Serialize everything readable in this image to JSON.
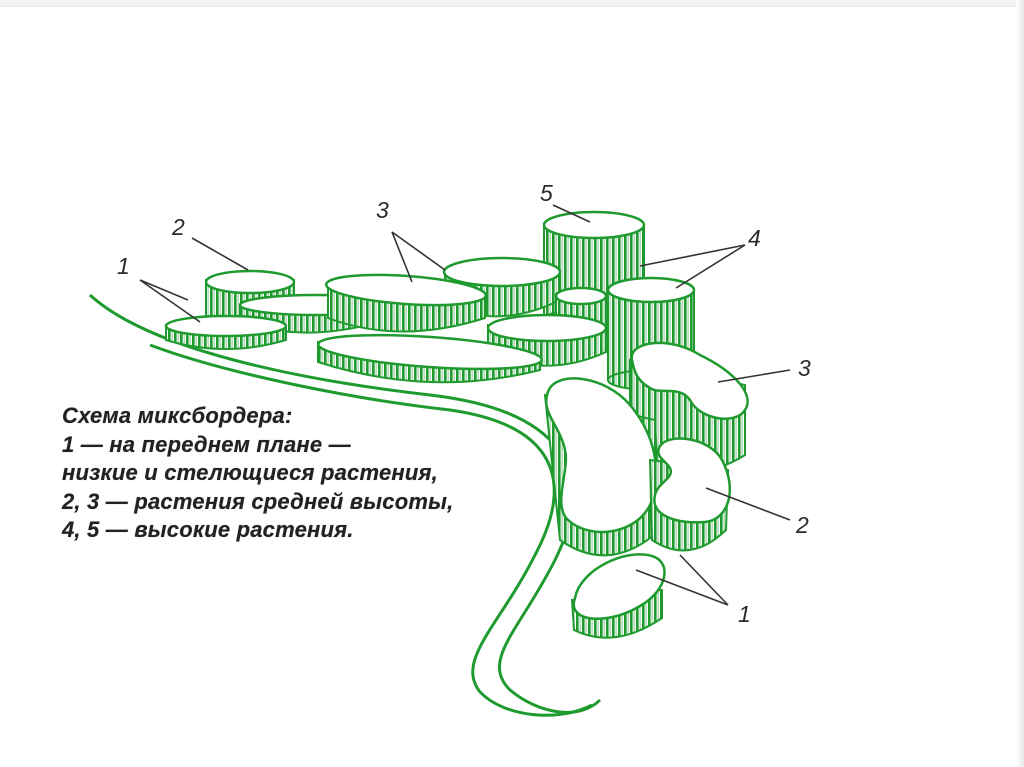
{
  "diagram": {
    "legend_lines": [
      "Схема миксбордера:",
      "1 — на переднем плане —",
      "низкие и стелющиеся растения,",
      "2, 3 — растения средней высоты,",
      "4, 5 — высокие растения."
    ],
    "labels": {
      "n1_left": "1",
      "n2_top": "2",
      "n3_top": "3",
      "n5_top": "5",
      "n4_right": "4",
      "n3_right": "3",
      "n2_right": "2",
      "n1_bottom": "1"
    },
    "colors": {
      "plant_stroke": "#1e9a2e",
      "plant_top": "#ffffff",
      "path_edge": "#1e9a2e",
      "text": "#222222"
    }
  }
}
